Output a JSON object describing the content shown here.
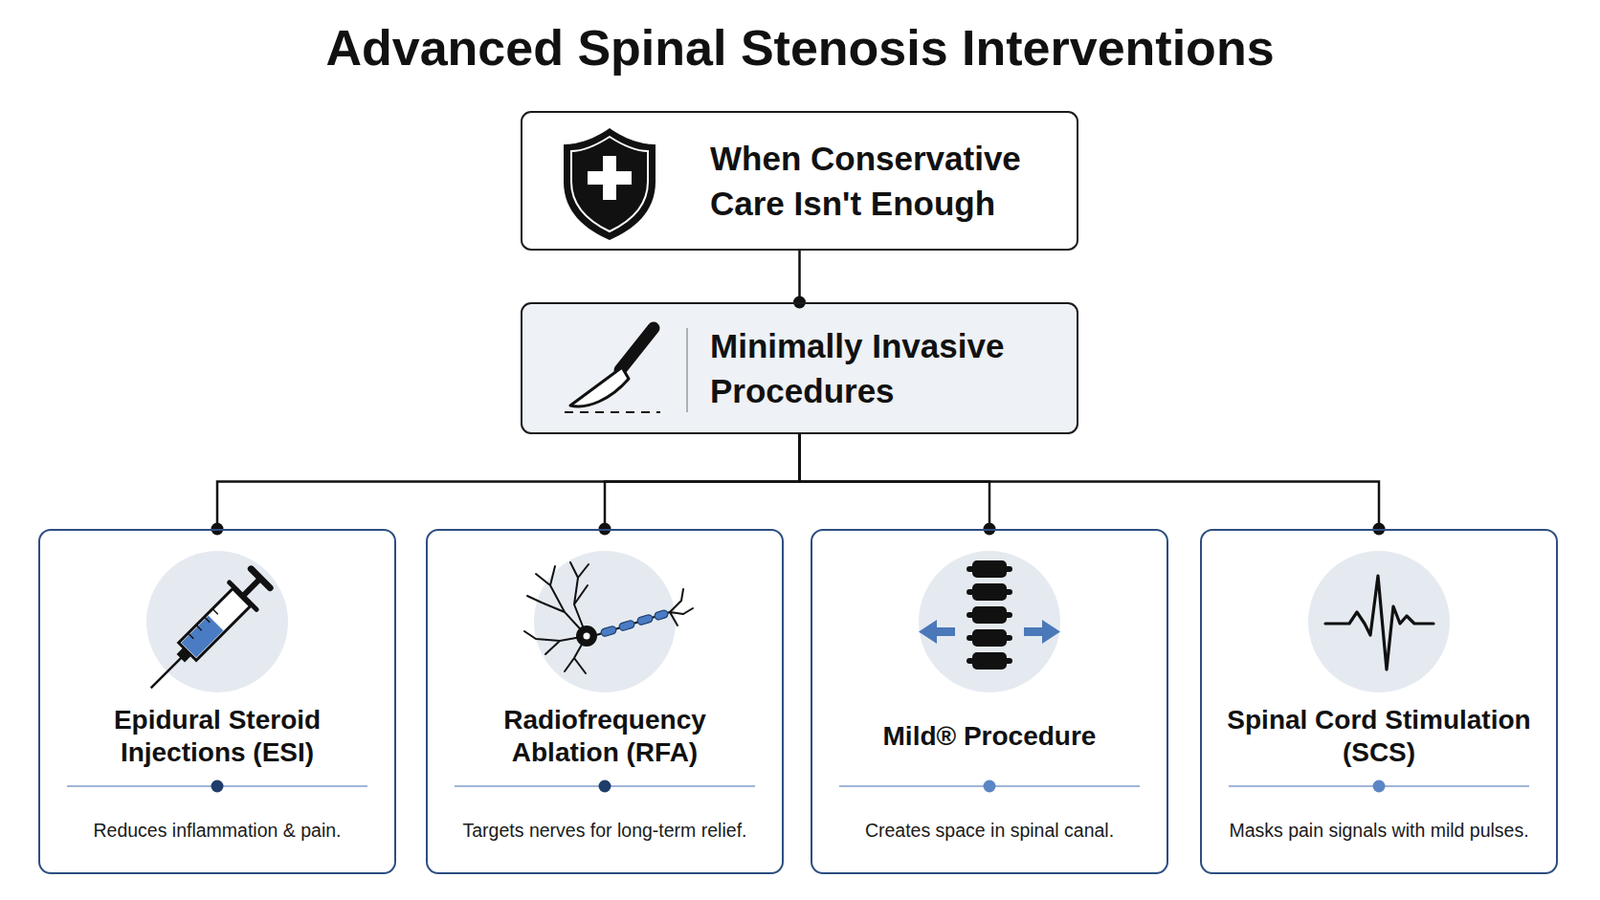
{
  "diagram": {
    "title": "Advanced Spinal Stenosis Interventions",
    "nodes": [
      {
        "text": [
          "When Conservative Care Isn't Enough"
        ]
      },
      {
        "text": [
          "Minimally Invasive Procedures"
        ]
      },
      {
        "text": [
          "Epidural Steroid Injections (ESI)",
          "Reduces inflammation & pain."
        ]
      },
      {
        "text": [
          "Radiofrequency Ablation (RFA)",
          "Targets nerves for long-term relief."
        ]
      },
      {
        "text": [
          "Mild® Procedure",
          "Creates space in spinal canal."
        ]
      },
      {
        "text": [
          "Spinal Cord Stimulation (SCS)",
          "Masks pain signals with mild pulses."
        ]
      }
    ],
    "edges": [
      {
        "from": 0,
        "to": 1,
        "arrow": "none"
      },
      {
        "from": 1,
        "to": 2,
        "arrow": "none"
      },
      {
        "from": 1,
        "to": 3,
        "arrow": "none"
      },
      {
        "from": 1,
        "to": 4,
        "arrow": "none"
      },
      {
        "from": 1,
        "to": 5,
        "arrow": "none"
      }
    ]
  }
}
